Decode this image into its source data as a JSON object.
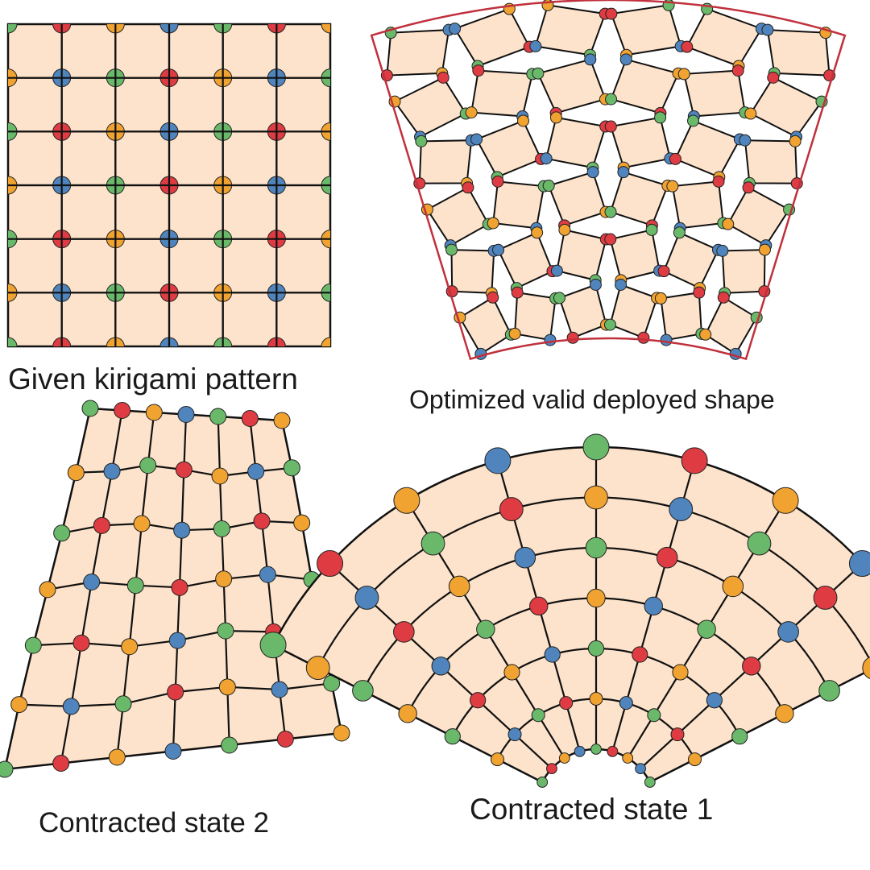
{
  "captions": {
    "given": "Given kirigami pattern",
    "optimized": "Optimized valid deployed shape",
    "contracted2": "Contracted state 2",
    "contracted1": "Contracted state 1"
  },
  "colors": {
    "tile_fill": "#fde3cb",
    "edge": "#111111",
    "outline_red": "#c0303c",
    "marker_green": "#6ab96a",
    "marker_blue": "#4f84bd",
    "marker_orange": "#f0a330",
    "marker_red": "#de3c42"
  }
}
